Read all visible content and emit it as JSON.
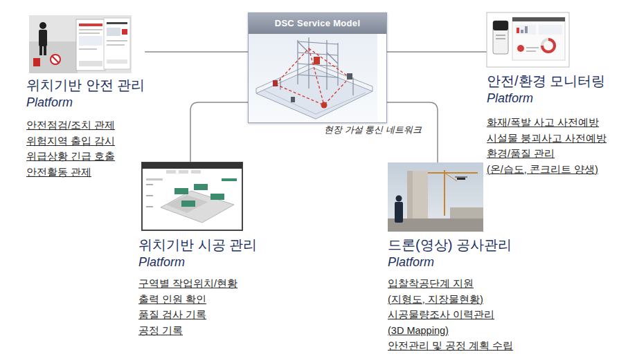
{
  "diagram": {
    "nodes": [
      {
        "text": [
          "위치기반 안전 관리",
          "Platform",
          "안전점검/조치 관제",
          "위험지역 출입 감시",
          "위급상황 긴급 호출",
          "안전활동 관제"
        ]
      },
      {
        "text": [
          "DSC Service Model"
        ]
      },
      {
        "text": [
          "안전/환경 모니터링",
          "Platform",
          "화재/폭발 사고 사전예방",
          "시설물 붕괴사고 사전예방",
          "환경/품질 관리",
          "(온/습도, 콘크리트 양생)"
        ]
      },
      {
        "text": [
          "위치기반 시공 관리",
          "Platform",
          "구역별 작업위치/현황",
          "출력 인원 확인",
          "품질 검사 기록",
          "공정 기록"
        ]
      },
      {
        "text": [
          "드론(영상) 공사관리",
          "Platform",
          "입찰착공단계 지원",
          "(지형도, 지장물현황)",
          "시공물량조사 이력관리",
          "(3D Mapping)",
          "안전관리 및 공정 계획 수립"
        ]
      }
    ],
    "edges": [
      {
        "from": 1,
        "to": 0,
        "arrow": "none"
      },
      {
        "from": 1,
        "to": 2,
        "arrow": "none"
      },
      {
        "from": 1,
        "to": 3,
        "arrow": "none"
      },
      {
        "from": 1,
        "to": 4,
        "arrow": "none"
      }
    ],
    "labels": [
      "현장 가설 통신 네트워크"
    ]
  }
}
